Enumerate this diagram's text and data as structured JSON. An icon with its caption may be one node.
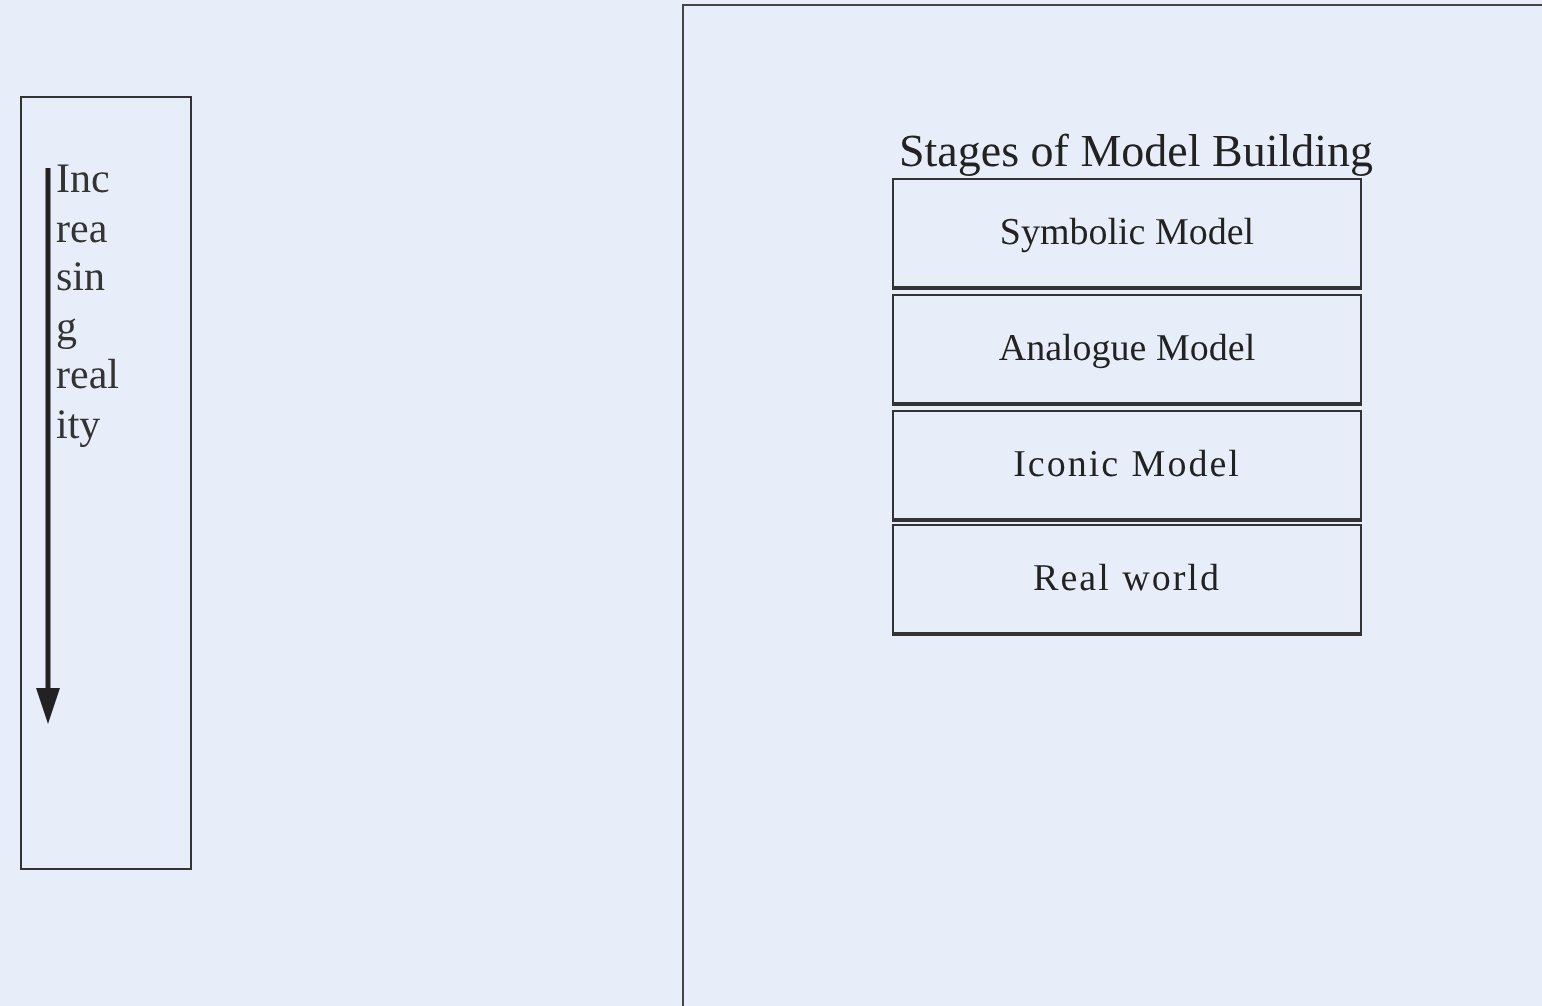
{
  "diagram": {
    "nodes": [
      {
        "text": [
          "Inc rea sin g real ity"
        ]
      },
      {
        "text": [
          "Stages of Model Building"
        ]
      },
      {
        "text": [
          "Symbolic Model"
        ],
        "in": 1
      },
      {
        "text": [
          "Analogue Model"
        ],
        "in": 1
      },
      {
        "text": [
          "Iconic Model"
        ],
        "in": 1
      },
      {
        "text": [
          "Real world"
        ],
        "in": 1
      }
    ]
  }
}
